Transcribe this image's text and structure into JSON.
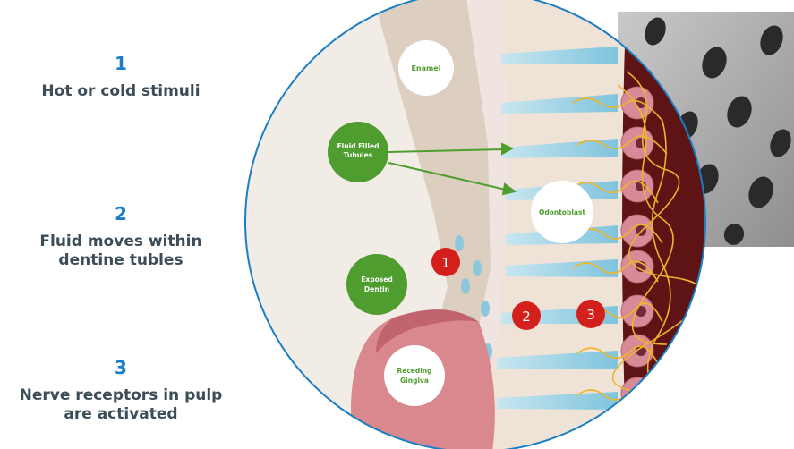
{
  "steps": [
    {
      "number": "1",
      "text": "Hot or cold stimuli"
    },
    {
      "number": "2",
      "text": "Fluid moves within dentine tubles"
    },
    {
      "number": "3",
      "text": "Nerve receptors in pulp are activated"
    }
  ],
  "labels": {
    "enamel": "Enamel",
    "fluid_filled_1": "Fluid Filled",
    "fluid_filled_2": "Tubules",
    "odontoblast": "Odontoblast",
    "exposed_1": "Exposed",
    "exposed_2": "Dentin",
    "receding_1": "Receding",
    "receding_2": "Gingiva"
  },
  "markers": [
    "1",
    "2",
    "3"
  ],
  "colors": {
    "accent_blue": "#1a7ec4",
    "marker_red": "#d4201c",
    "label_green": "#4f9d2e",
    "pulp": "#5e1414",
    "gum": "#d9888e"
  }
}
